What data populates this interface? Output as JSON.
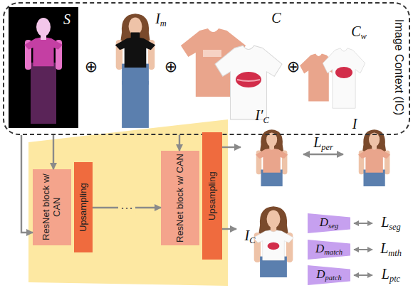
{
  "diagram": {
    "nodes": [
      {
        "text": [
          "Image Context (IC)"
        ]
      },
      {
        "text": [
          "S"
        ],
        "in": 0
      },
      {
        "text": [
          "Im"
        ],
        "in": 0
      },
      {
        "text": [
          "C"
        ],
        "in": 0
      },
      {
        "text": [
          "Cw"
        ],
        "in": 0
      },
      {
        "text": [
          "ResNet block w/ CAN"
        ]
      },
      {
        "text": [
          "Upsampling"
        ]
      },
      {
        "text": [
          "ResNet block w/ CAN"
        ]
      },
      {
        "text": [
          "Upsampling"
        ]
      },
      {
        "text": [
          "I′C"
        ]
      },
      {
        "text": [
          "I"
        ]
      },
      {
        "text": [
          "IC"
        ]
      },
      {
        "text": [
          "Dseg"
        ]
      },
      {
        "text": [
          "Dmatch"
        ]
      },
      {
        "text": [
          "Dpatch"
        ]
      }
    ],
    "edges": [
      {
        "from": 0,
        "to": 5,
        "arrow": "to"
      },
      {
        "from": 0,
        "to": 5,
        "arrow": "to"
      },
      {
        "from": 0,
        "to": 7,
        "arrow": "to"
      },
      {
        "from": 6,
        "to": 7,
        "arrow": "to",
        "label": "···"
      },
      {
        "from": 8,
        "to": 9,
        "arrow": "to"
      },
      {
        "from": 8,
        "to": 11,
        "arrow": "to"
      },
      {
        "from": 9,
        "to": 10,
        "arrow": "both",
        "label": "Lper"
      }
    ],
    "labels": [
      "⊕",
      "⊕",
      "⊕",
      "Lseg",
      "Lmth",
      "Lptc"
    ]
  }
}
